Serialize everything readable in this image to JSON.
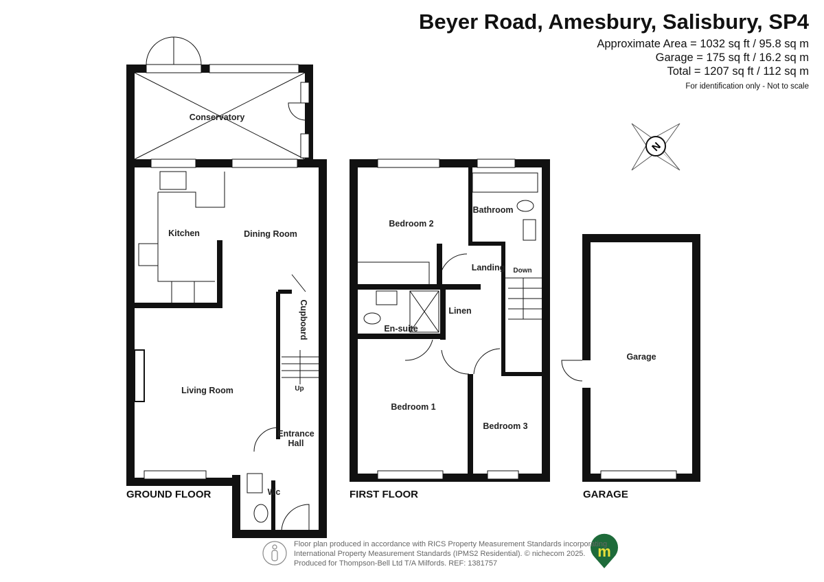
{
  "header": {
    "title": "Beyer Road, Amesbury, Salisbury, SP4",
    "approximate_area": "Approximate Area = 1032 sq ft / 95.8 sq m",
    "garage_area": "Garage = 175 sq ft / 16.2 sq m",
    "total_area": "Total = 1207 sq ft / 112 sq m",
    "disclaimer": "For identification only - Not to scale"
  },
  "ground_floor": {
    "label": "GROUND FLOOR",
    "rooms": {
      "conservatory": "Conservatory",
      "kitchen": "Kitchen",
      "dining": "Dining Room",
      "cupboard": "Cupboard",
      "living": "Living Room",
      "up": "Up",
      "entrance_1": "Entrance",
      "entrance_2": "Hall",
      "wc": "Wc"
    }
  },
  "first_floor": {
    "label": "FIRST FLOOR",
    "rooms": {
      "bedroom2": "Bedroom 2",
      "bathroom": "Bathroom",
      "landing": "Landing",
      "down": "Down",
      "linen": "Linen",
      "ensuite": "En-suite",
      "bedroom1": "Bedroom 1",
      "bedroom3": "Bedroom 3"
    }
  },
  "garage": {
    "label": "GARAGE",
    "room": "Garage"
  },
  "compass": {
    "letter": "N"
  },
  "footer": {
    "line1": "Floor plan produced in accordance with RICS Property Measurement Standards incorporating",
    "line2": "International Property Measurement Standards (IPMS2 Residential).   © nichecom 2025.",
    "line3": "Produced for Thompson-Bell Ltd T/A Milfords.   REF: 1381757",
    "logo_letter": "m"
  },
  "colors": {
    "wall": "#111111",
    "logo_green": "#1e6b3a",
    "logo_yellow": "#e8e03a"
  }
}
